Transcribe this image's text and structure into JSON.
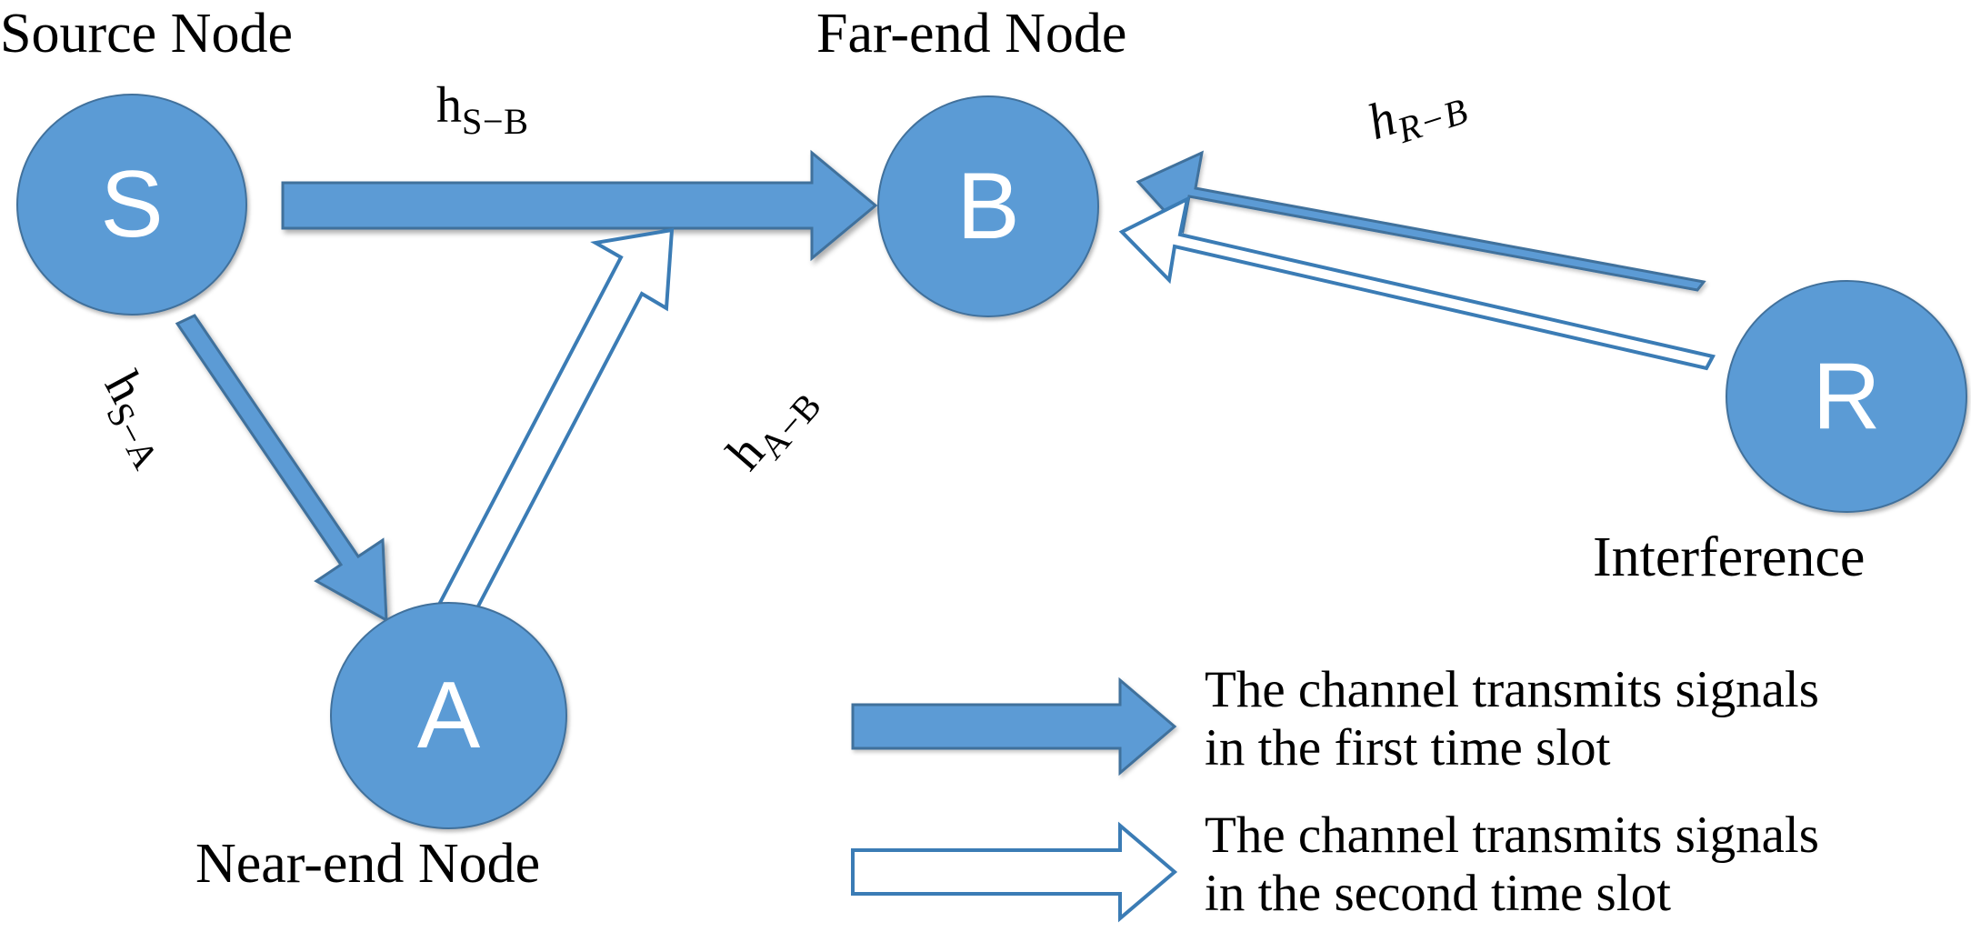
{
  "diagram": {
    "title_labels": {
      "source_node": "Source Node",
      "far_end_node": "Far-end Node",
      "near_end_node": "Near-end Node",
      "interference": "Interference"
    },
    "nodes": [
      {
        "id": "S",
        "letter": "S",
        "role": "Source Node"
      },
      {
        "id": "B",
        "letter": "B",
        "role": "Far-end Node"
      },
      {
        "id": "A",
        "letter": "A",
        "role": "Near-end Node"
      },
      {
        "id": "R",
        "letter": "R",
        "role": "Interference"
      }
    ],
    "channels": [
      {
        "id": "h-s-b",
        "base": "h",
        "subscript": "S−B",
        "from": "S",
        "to": "B",
        "style": "solid",
        "time_slot": "first"
      },
      {
        "id": "h-s-a",
        "base": "h",
        "subscript": "S−A",
        "from": "S",
        "to": "A",
        "style": "solid",
        "time_slot": "first"
      },
      {
        "id": "h-a-b",
        "base": "h",
        "subscript": "A−B",
        "from": "A",
        "to": "B",
        "style": "hollow",
        "time_slot": "second"
      },
      {
        "id": "h-r-b",
        "base": "h",
        "subscript": "R−B",
        "from": "R",
        "to": "B",
        "style": "both",
        "time_slot": "first and second"
      }
    ],
    "legend": {
      "items": [
        {
          "style": "solid",
          "text": "The channel transmits signals\nin the first time slot"
        },
        {
          "style": "hollow",
          "text": "The channel transmits signals\nin the second time slot"
        }
      ]
    },
    "colors": {
      "node_fill": "#5B9BD5",
      "node_stroke": "#41719C",
      "arrow_fill": "#5B9BD5",
      "arrow_stroke": "#41719C",
      "hollow_fill": "#FFFFFF",
      "text": "#000000",
      "node_label": "#FFFFFF",
      "background": "#FFFFFF"
    }
  }
}
